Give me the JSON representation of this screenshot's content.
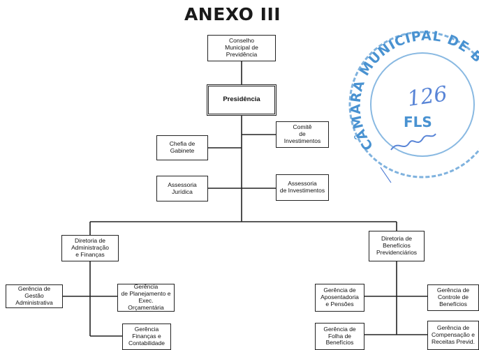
{
  "title": "ANEXO III",
  "nodes": {
    "conselho": "Conselho\nMunicipal de\nPrevidência",
    "presidencia": "Presidência",
    "comite": "Comitê\nde\nInvestimentos",
    "chefia": "Chefia de\nGabinete",
    "assessoria_juridica": "Assessoria\nJurídica",
    "assessoria_invest": "Assessoria\nde Investimentos",
    "diretoria_adm": "Diretoria de\nAdministração\ne Finanças",
    "diretoria_benef": "Diretoria de\nBenefícios\nPrevidenciários",
    "gerencia_gestao": "Gerência de Gestão\nAdministrativa",
    "gerencia_planejamento": "Gerência\nde Planejamento e\nExec. Orçamentária",
    "gerencia_financas": "Gerência\nFinanças e\nContabilidade",
    "gerencia_aposentadoria": "Gerência de\nAposentadoria\ne Pensões",
    "gerencia_folha": "Gerência de\nFolha de\nBenefícios",
    "gerencia_controle": "Gerência de\nControle de\nBenefícios",
    "gerencia_compensacao": "Gerência de\nCompensação e\nReceitas Previd."
  },
  "stamp": {
    "text": "CÂMARA MUNICIPAL DE BOA VISTA",
    "page_number": "126",
    "label": "FLS",
    "color": "#2a7fc9"
  }
}
